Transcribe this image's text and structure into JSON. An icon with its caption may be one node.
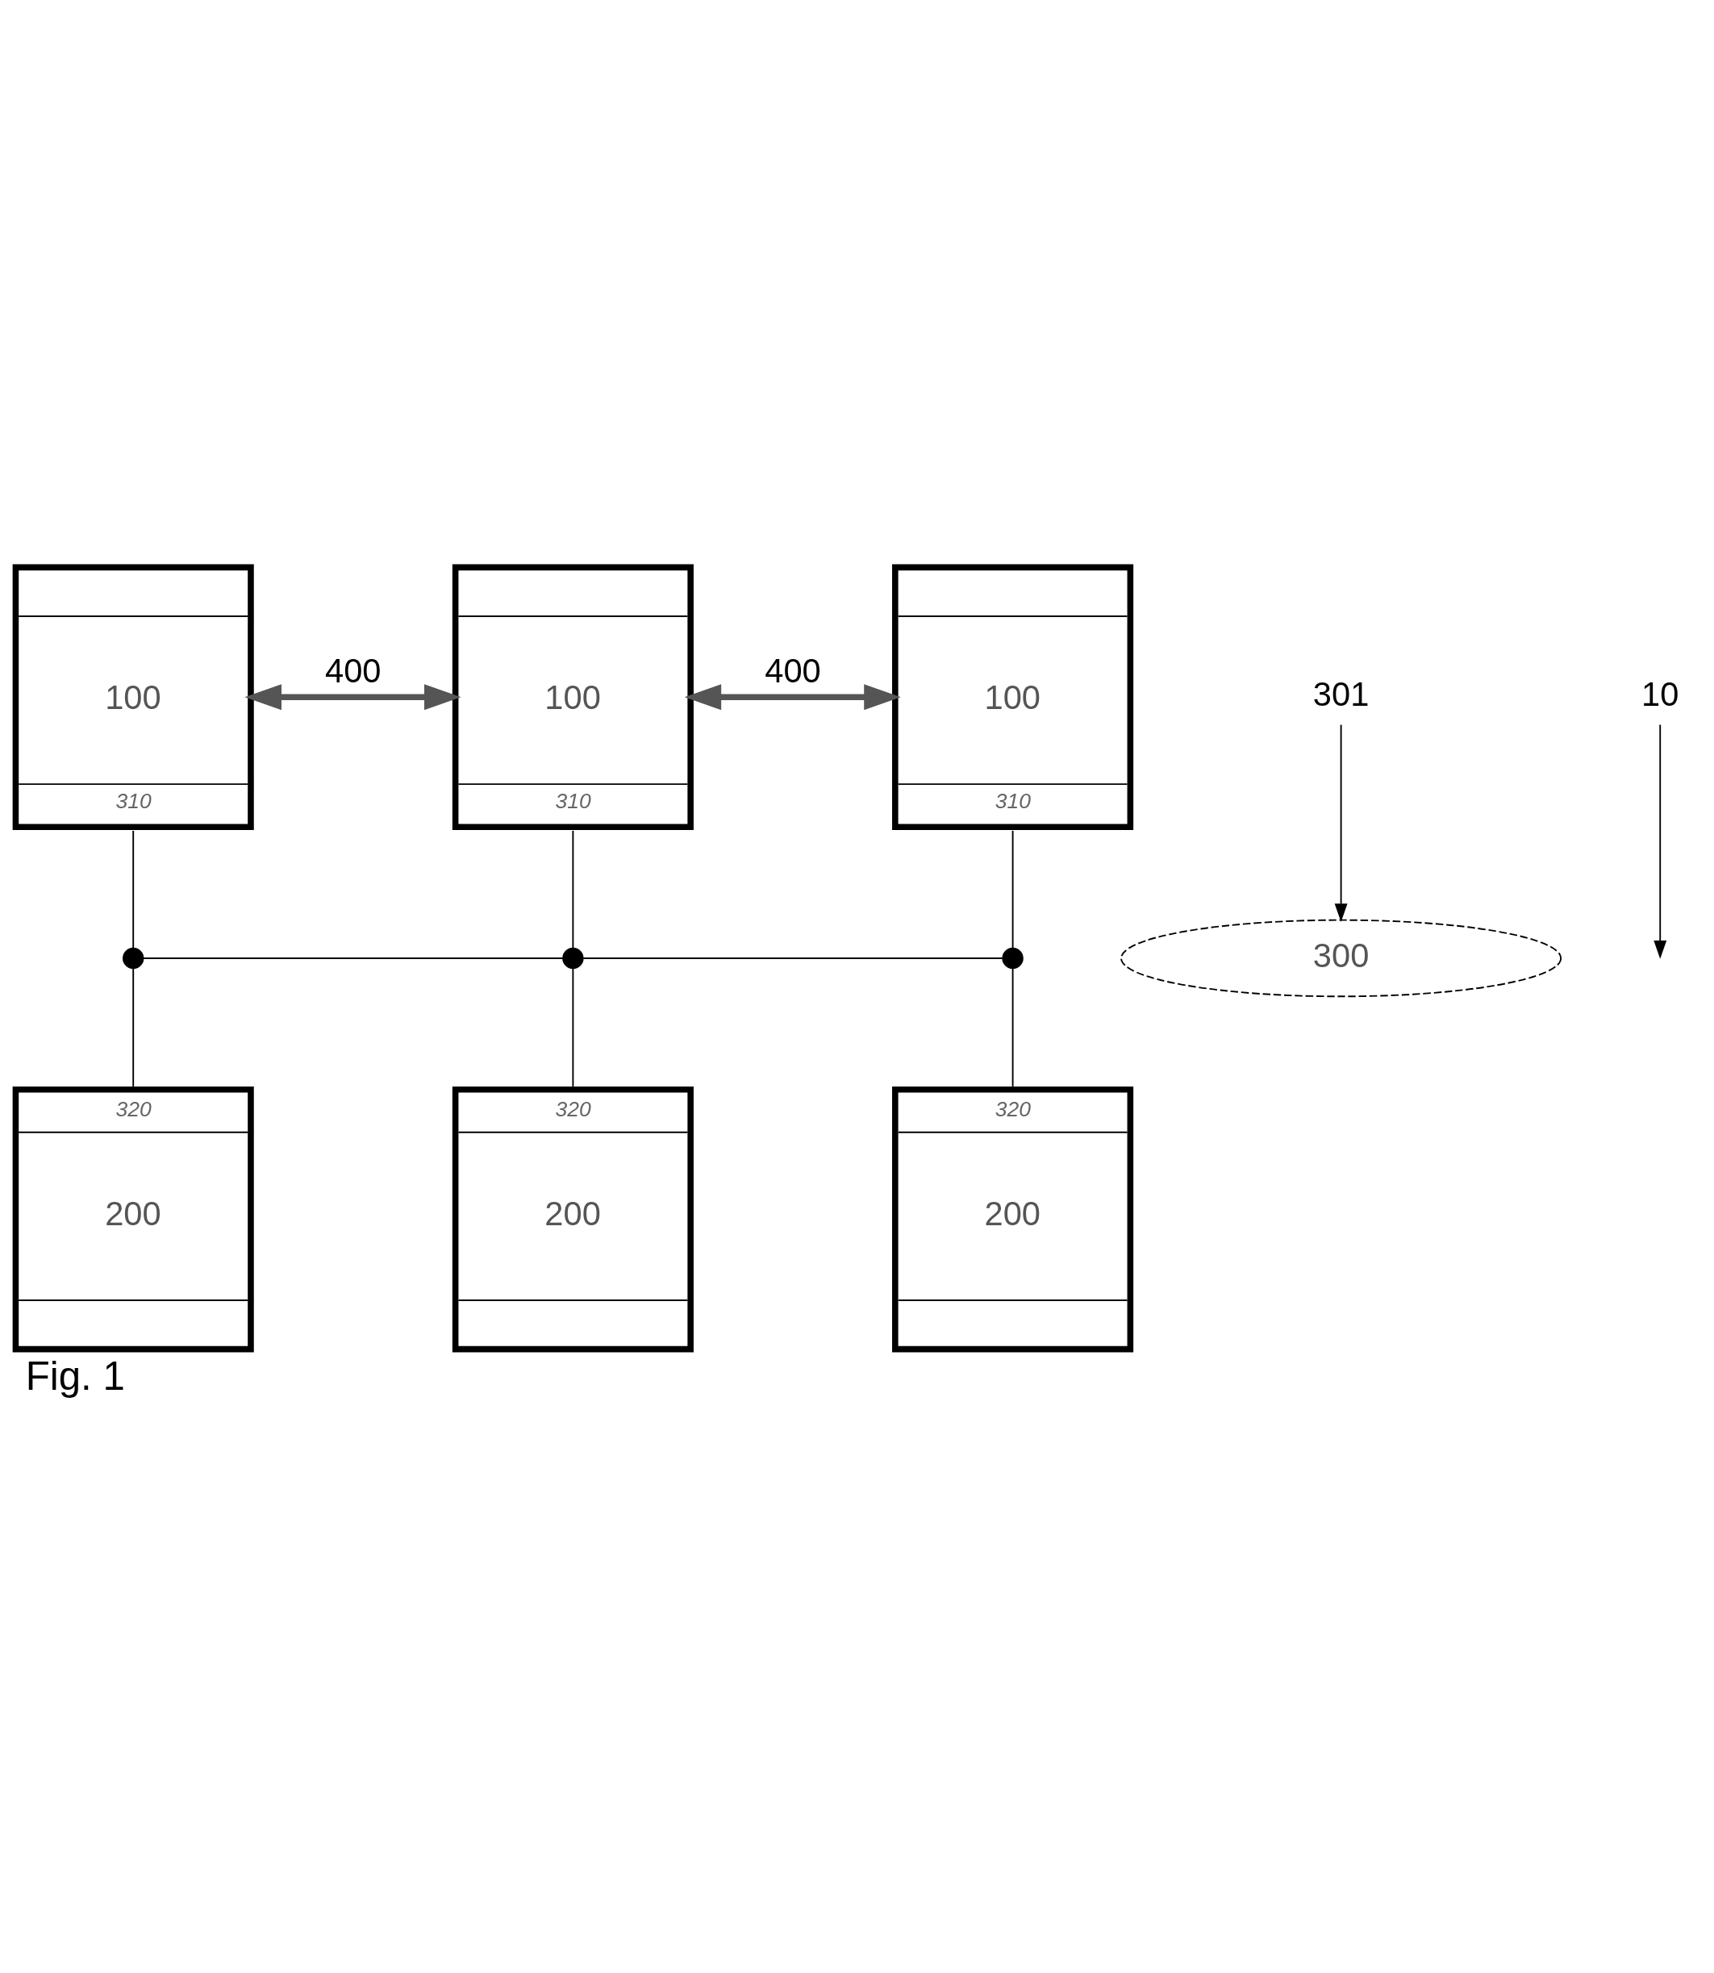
{
  "diagram": {
    "caption": "Fig. 1",
    "nodes": [
      {
        "text": [
          "100",
          "310"
        ]
      },
      {
        "text": [
          "100",
          "310"
        ]
      },
      {
        "text": [
          "100",
          "310"
        ]
      },
      {
        "text": [],
        "shape": "circle"
      },
      {
        "text": [],
        "shape": "circle"
      },
      {
        "text": [],
        "shape": "circle"
      },
      {
        "text": [
          "300"
        ]
      },
      {
        "text": [
          "301"
        ]
      },
      {
        "text": [
          "10"
        ]
      },
      {
        "text": [
          "320",
          "200"
        ]
      },
      {
        "text": [
          "320",
          "200"
        ]
      },
      {
        "text": [
          "320",
          "200"
        ]
      }
    ],
    "edges": [
      {
        "from": 0,
        "to": 1,
        "arrow": "both",
        "label": "400",
        "style": "thick"
      },
      {
        "from": 1,
        "to": 2,
        "arrow": "both",
        "label": "400",
        "style": "thick"
      },
      {
        "from": 0,
        "to": 3,
        "arrow": "none"
      },
      {
        "from": 1,
        "to": 4,
        "arrow": "none"
      },
      {
        "from": 2,
        "to": 5,
        "arrow": "none"
      },
      {
        "from": 3,
        "to": 4,
        "arrow": "none"
      },
      {
        "from": 4,
        "to": 5,
        "arrow": "none"
      },
      {
        "from": 3,
        "to": 9,
        "arrow": "none"
      },
      {
        "from": 4,
        "to": 10,
        "arrow": "none"
      },
      {
        "from": 5,
        "to": 11,
        "arrow": "none"
      },
      {
        "from": 7,
        "to": 6,
        "arrow": "to"
      },
      {
        "from": 8,
        "to": null,
        "arrow": "to"
      }
    ]
  }
}
